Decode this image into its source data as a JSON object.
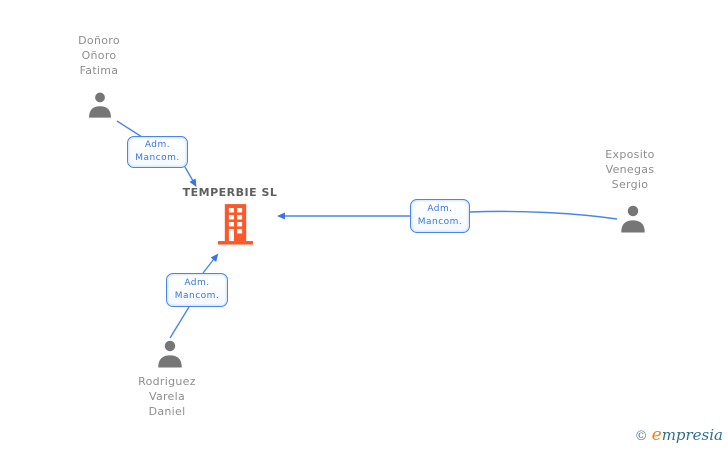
{
  "diagram": {
    "company": {
      "name": "TEMPERBIE SL",
      "icon": "building-icon",
      "icon_color": "#fa5a2b"
    },
    "people": [
      {
        "id": "person-donoro",
        "name": "Doñoro\nOñoro\nFatima",
        "icon": "person-icon"
      },
      {
        "id": "person-exposito",
        "name": "Exposito\nVenegas\nSergio",
        "icon": "person-icon"
      },
      {
        "id": "person-rodriguez",
        "name": "Rodriguez\nVarela\nDaniel",
        "icon": "person-icon"
      }
    ],
    "relationships": [
      {
        "from": "Doñoro Oñoro Fatima",
        "to": "TEMPERBIE SL",
        "label": "Adm.\nMancom."
      },
      {
        "from": "Exposito Venegas Sergio",
        "to": "TEMPERBIE SL",
        "label": "Adm.\nMancom."
      },
      {
        "from": "Rodriguez Varela Daniel",
        "to": "TEMPERBIE SL",
        "label": "Adm.\nMancom."
      }
    ],
    "colors": {
      "connector_blue": "#4a86e8",
      "arrowhead_blue": "#3b74df",
      "label_blue": "#3a76dd",
      "box_border_blue": "#4a86e8",
      "building_orange": "#fa5a2b",
      "person_gray": "#767676",
      "name_gray": "#8e8e8e",
      "company_text_gray": "#5f5f5f"
    }
  },
  "footer": {
    "copyright_symbol": "©",
    "brand_first_letter": "e",
    "brand_rest": "mpresia"
  }
}
